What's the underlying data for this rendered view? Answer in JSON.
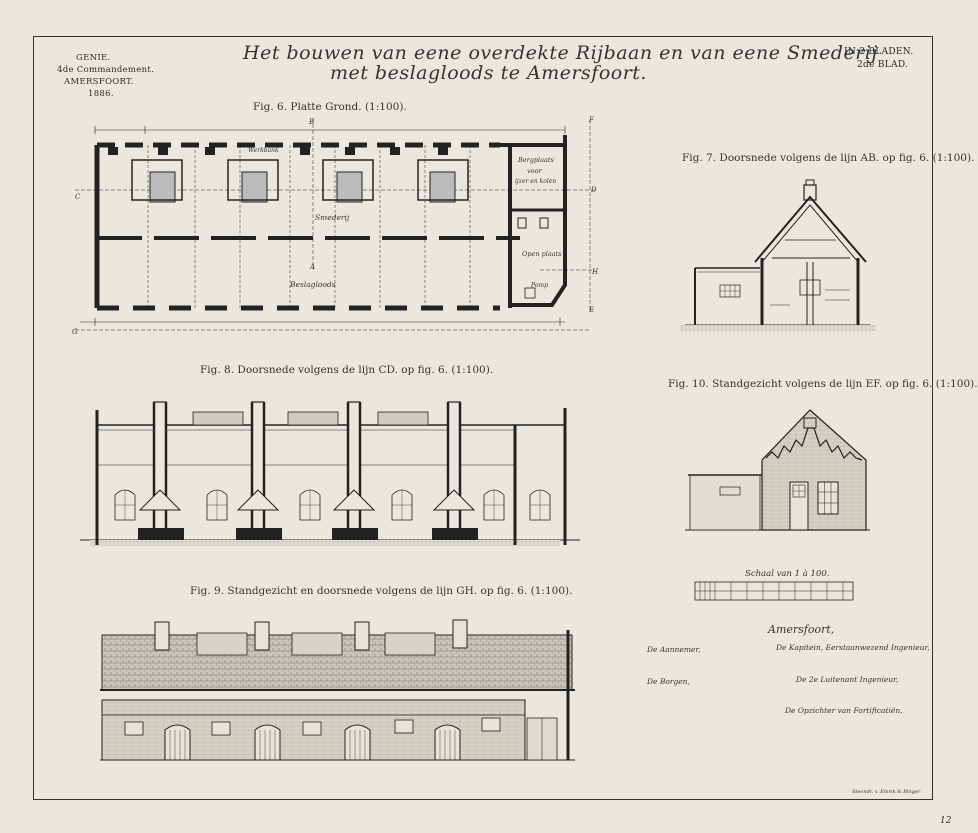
{
  "header": {
    "left_line1": "GENIE.",
    "left_line2": "4de Commandement.",
    "left_line3": "AMERSFOORT.",
    "left_line4": "1886.",
    "title_line1": "Het bouwen van eene overdekte Rijbaan en van eene Smederij",
    "title_line2": "met beslagloods te Amersfoort.",
    "right_line1": "IN 2 BLADEN.",
    "right_line2": "2de BLAD."
  },
  "figures": {
    "fig6_caption": "Fig. 6. Platte Grond. (1:100).",
    "fig7_caption": "Fig. 7. Doorsnede volgens de lijn AB. op fig. 6. (1:100).",
    "fig8_caption": "Fig. 8. Doorsnede volgens de lijn CD. op fig. 6. (1:100).",
    "fig9_caption": "Fig. 9. Standgezicht en doorsnede volgens de lijn GH. op fig. 6. (1:100).",
    "fig10_caption": "Fig. 10. Standgezicht volgens de lijn EF. op fig. 6. (1:100)."
  },
  "plan_labels": {
    "smederij": "Smederij",
    "beslagloods": "Beslagloods",
    "open_plaats": "Open plaats",
    "bergplaats": "Bergplaats",
    "bergplaats2": "voor",
    "bergplaats3": "ijzer en kolen",
    "pomp": "Pomp",
    "werkbank": "Werkbank",
    "letter_A": "A",
    "letter_B": "B",
    "letter_C": "C",
    "letter_D": "D",
    "letter_E": "E",
    "letter_F": "F",
    "letter_G": "G",
    "letter_H": "H"
  },
  "scale": {
    "title": "Schaal van 1 à 100."
  },
  "signatures": {
    "place": "Amersfoort,",
    "aannemer": "De Aannemer,",
    "kapitein": "De Kapitein, Eerstaanwezend Ingenieur,",
    "borgen": "De Borgen,",
    "luitenant": "De 2e Luitenant Ingenieur,",
    "opzichter": "De Opzichter van Fortificatiën,"
  },
  "printer": "Steendr. v. Emrik & Binger",
  "sheet_number": "12"
}
